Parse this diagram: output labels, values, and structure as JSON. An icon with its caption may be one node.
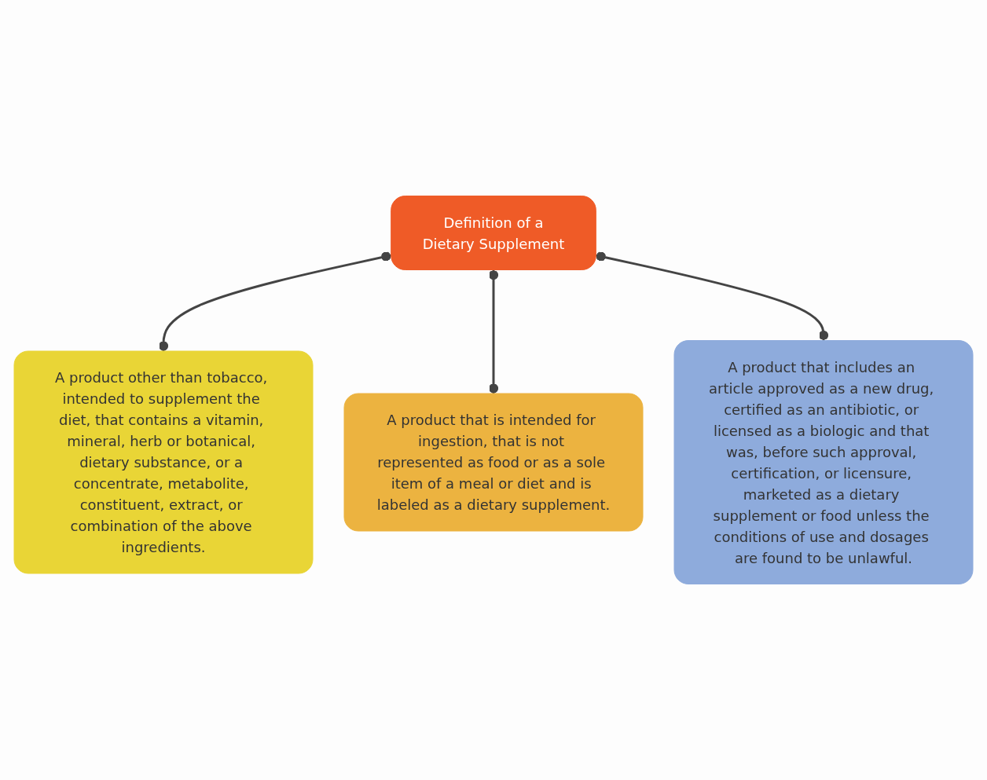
{
  "diagram": {
    "nodes": [
      {
        "text": [
          "Definition of a",
          "Dietary Supplement"
        ]
      },
      {
        "text": [
          "A product other than tobacco, intended to supplement the diet, that contains a vitamin, mineral, herb or botanical, dietary substance, or a concentrate, metabolite, constituent, extract, or combination of the above ingredients."
        ]
      },
      {
        "text": [
          "A product that is intended for ingestion, that is not represented as food or as a sole item of a meal or diet and is labeled as a dietary supplement."
        ]
      },
      {
        "text": [
          "A product that includes an article approved as a new drug, certified as an antibiotic, or licensed as a biologic and that was, before such approval, certification, or licensure, marketed as a dietary supplement or food unless the conditions of use and dosages are found to be unlawful."
        ]
      }
    ],
    "edges": [
      {
        "from": 0,
        "to": 1,
        "arrow": "other"
      },
      {
        "from": 0,
        "to": 2,
        "arrow": "other"
      },
      {
        "from": 0,
        "to": 3,
        "arrow": "other"
      }
    ]
  }
}
